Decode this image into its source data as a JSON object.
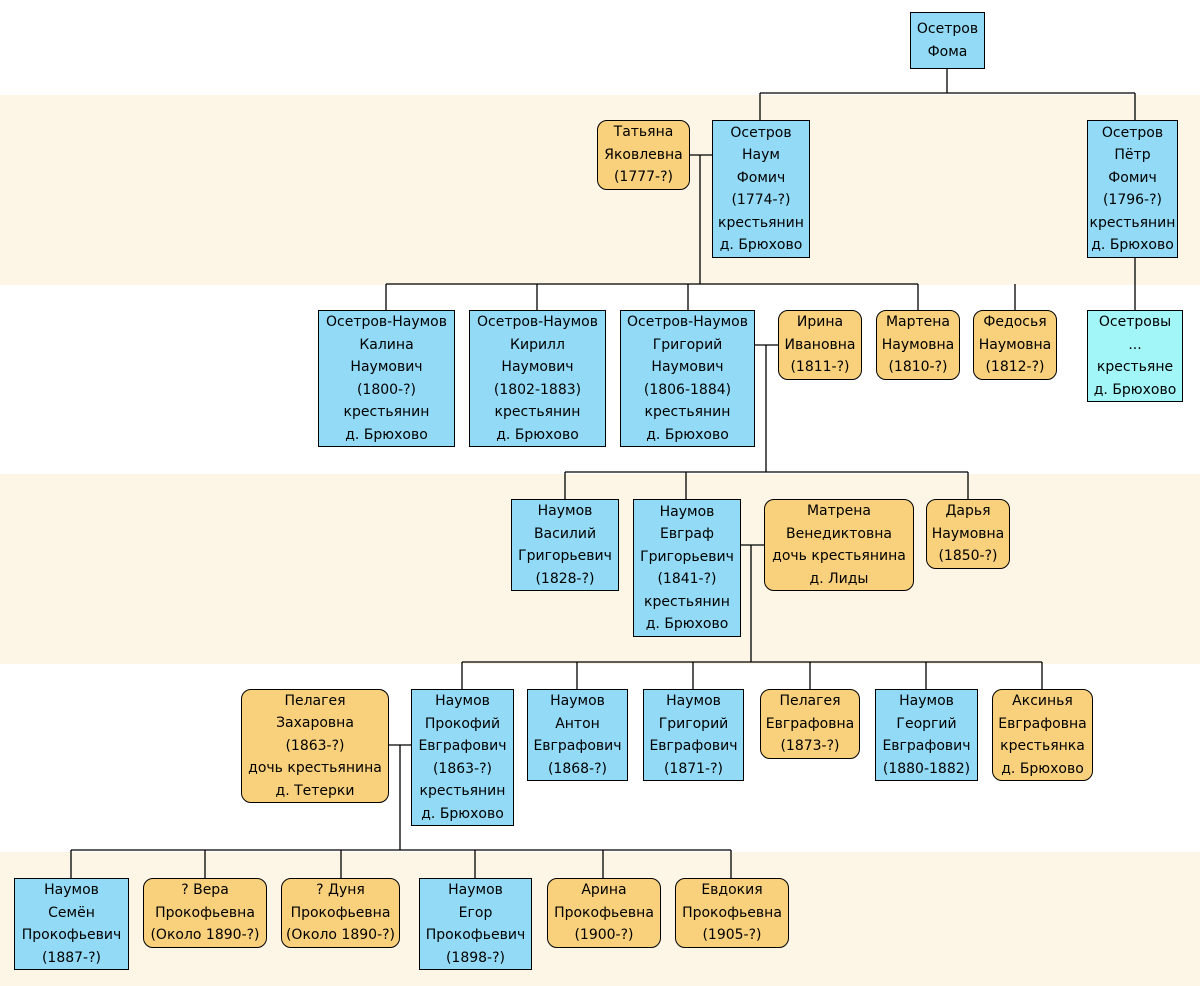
{
  "colors": {
    "male": "#92daf6",
    "female": "#f9d17d",
    "group": "#a3f6f8",
    "band": "#fdf5e6",
    "line": "#000000"
  },
  "people": {
    "foma": [
      "Осетров",
      "Фома"
    ],
    "tatyana": [
      "Татьяна",
      "Яковлевна",
      "(1777-?)"
    ],
    "naum": [
      "Осетров",
      "Наум",
      "Фомич",
      "(1774-?)",
      "крестьянин",
      "д. Брюхово"
    ],
    "petr": [
      "Осетров",
      "Пётр",
      "Фомич",
      "(1796-?)",
      "крестьянин",
      "д. Брюхово"
    ],
    "kalina": [
      "Осетров-Наумов",
      "Калина",
      "Наумович",
      "(1800-?)",
      "крестьянин",
      "д. Брюхово"
    ],
    "kirill": [
      "Осетров-Наумов",
      "Кирилл",
      "Наумович",
      "(1802-1883)",
      "крестьянин",
      "д. Брюхово"
    ],
    "grigoriy": [
      "Осетров-Наумов",
      "Григорий",
      "Наумович",
      "(1806-1884)",
      "крестьянин",
      "д. Брюхово"
    ],
    "irina": [
      "Ирина",
      "Ивановна",
      "(1811-?)"
    ],
    "martena": [
      "Мартена",
      "Наумовна",
      "(1810-?)"
    ],
    "fedosya": [
      "Федосья",
      "Наумовна",
      "(1812-?)"
    ],
    "osetrovy": [
      "Осетровы",
      "...",
      "крестьяне",
      "д. Брюхово"
    ],
    "vasiliy": [
      "Наумов",
      "Василий",
      "Григорьевич",
      "(1828-?)"
    ],
    "evgraf": [
      "Наумов",
      "Евграф",
      "Григорьевич",
      "(1841-?)",
      "крестьянин",
      "д. Брюхово"
    ],
    "matrena": [
      "Матрена",
      "Венедиктовна",
      "дочь крестьянина",
      "д. Лиды"
    ],
    "darya": [
      "Дарья",
      "Наумовна",
      "(1850-?)"
    ],
    "pelageya_z": [
      "Пелагея",
      "Захаровна",
      "(1863-?)",
      "дочь крестьянина",
      "д. Тетерки"
    ],
    "prokofiy": [
      "Наумов",
      "Прокофий",
      "Евграфович",
      "(1863-?)",
      "крестьянин",
      "д. Брюхово"
    ],
    "anton": [
      "Наумов",
      "Антон",
      "Евграфович",
      "(1868-?)"
    ],
    "grigoriy_e": [
      "Наумов",
      "Григорий",
      "Евграфович",
      "(1871-?)"
    ],
    "pelageya_e": [
      "Пелагея",
      "Евграфовна",
      "(1873-?)"
    ],
    "georgiy": [
      "Наумов",
      "Георгий",
      "Евграфович",
      "(1880-1882)"
    ],
    "aksinya": [
      "Аксинья",
      "Евграфовна",
      "крестьянка",
      "д. Брюхово"
    ],
    "semen": [
      "Наумов",
      "Семён",
      "Прокофьевич",
      "(1887-?)"
    ],
    "vera": [
      "? Вера",
      "Прокофьевна",
      "(Около 1890-?)"
    ],
    "dunya": [
      "? Дуня",
      "Прокофьевна",
      "(Около 1890-?)"
    ],
    "egor": [
      "Наумов",
      "Егор",
      "Прокофьевич",
      "(1898-?)"
    ],
    "arina": [
      "Арина",
      "Прокофьевна",
      "(1900-?)"
    ],
    "evdokiya": [
      "Евдокия",
      "Прокофьевна",
      "(1905-?)"
    ]
  }
}
